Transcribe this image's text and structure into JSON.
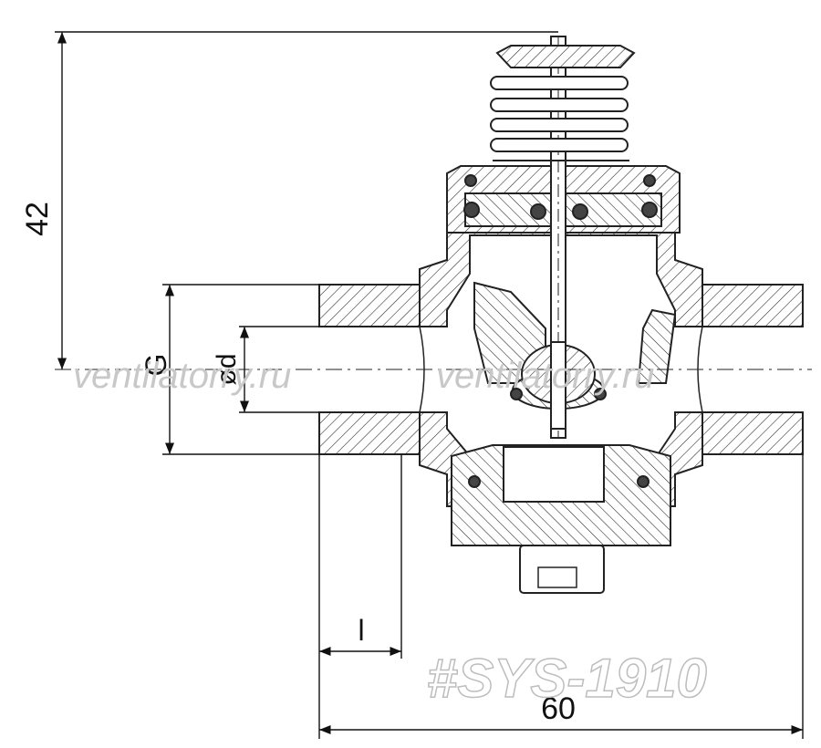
{
  "drawing": {
    "dimensions": {
      "height": "42",
      "pipe_thread": "G",
      "bore_diameter": "ød",
      "thread_length": "l",
      "body_length": "60"
    },
    "watermarks": [
      "ventilatorry.ru",
      "ventilatorry.ru"
    ],
    "article_code": "#SYS-1910"
  }
}
